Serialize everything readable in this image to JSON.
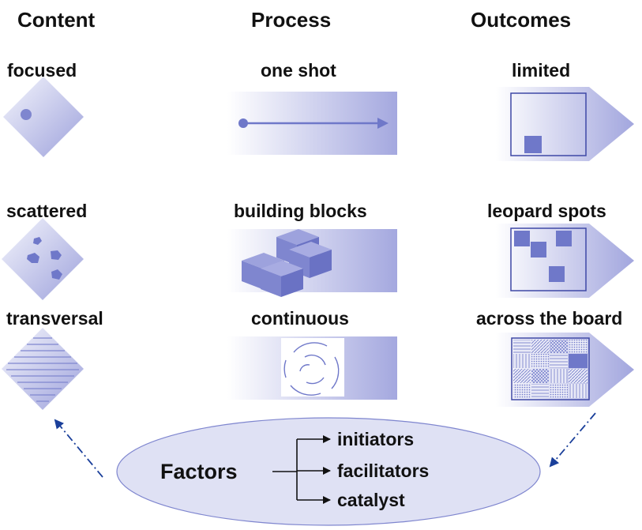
{
  "headers": {
    "content": "Content",
    "process": "Process",
    "outcomes": "Outcomes"
  },
  "rows": [
    {
      "content": "focused",
      "process": "one shot",
      "outcome": "limited"
    },
    {
      "content": "scattered",
      "process": "building blocks",
      "outcome": "leopard spots"
    },
    {
      "content": "transversal",
      "process": "continuous",
      "outcome": "across the board"
    }
  ],
  "factors": {
    "title": "Factors",
    "items": [
      "initiators",
      "facilitators",
      "catalyst"
    ]
  },
  "colors": {
    "shape_dark": "#9fa3dd",
    "shape_light": "#ffffff",
    "accent": "#6f78c9",
    "ellipse_fill": "#dfe1f4",
    "arrow_dashed": "#1a3f9a"
  }
}
